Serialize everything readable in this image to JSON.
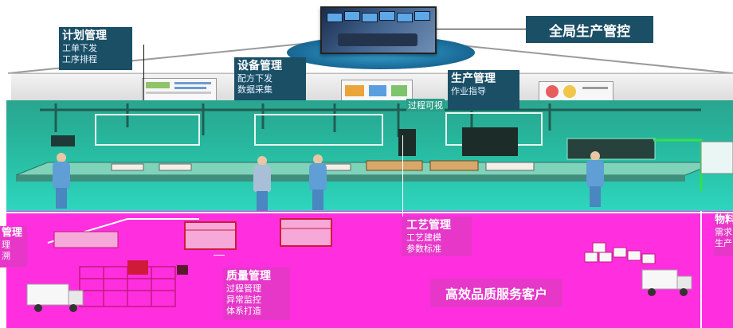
{
  "hub": {
    "title": "全局生产管控"
  },
  "plan": {
    "title": "计划管理",
    "lines": [
      "工单下发",
      "工序排程"
    ]
  },
  "equipment": {
    "title": "设备管理",
    "lines": [
      "配方下发",
      "数据采集"
    ]
  },
  "production": {
    "title": "生产管理",
    "lines": [
      "作业指导",
      "过程可视"
    ]
  },
  "process": {
    "title": "工艺管理",
    "lines": [
      "工艺建模",
      "参数标准"
    ]
  },
  "quality": {
    "title": "质量管理",
    "lines": [
      "过程管理",
      "异常监控",
      "体系打造"
    ]
  },
  "service": {
    "title": "高效品质服务客户"
  },
  "left_clipped": {
    "title": "管理",
    "lines": [
      "理",
      "溯"
    ]
  },
  "right_clipped": {
    "title": "物料",
    "lines": [
      "需求",
      "生产"
    ]
  },
  "colors": {
    "teal": "#28b39a",
    "pink": "#ff2fe0",
    "navy": "#1a4f66",
    "pink_box": "#e637c9"
  }
}
